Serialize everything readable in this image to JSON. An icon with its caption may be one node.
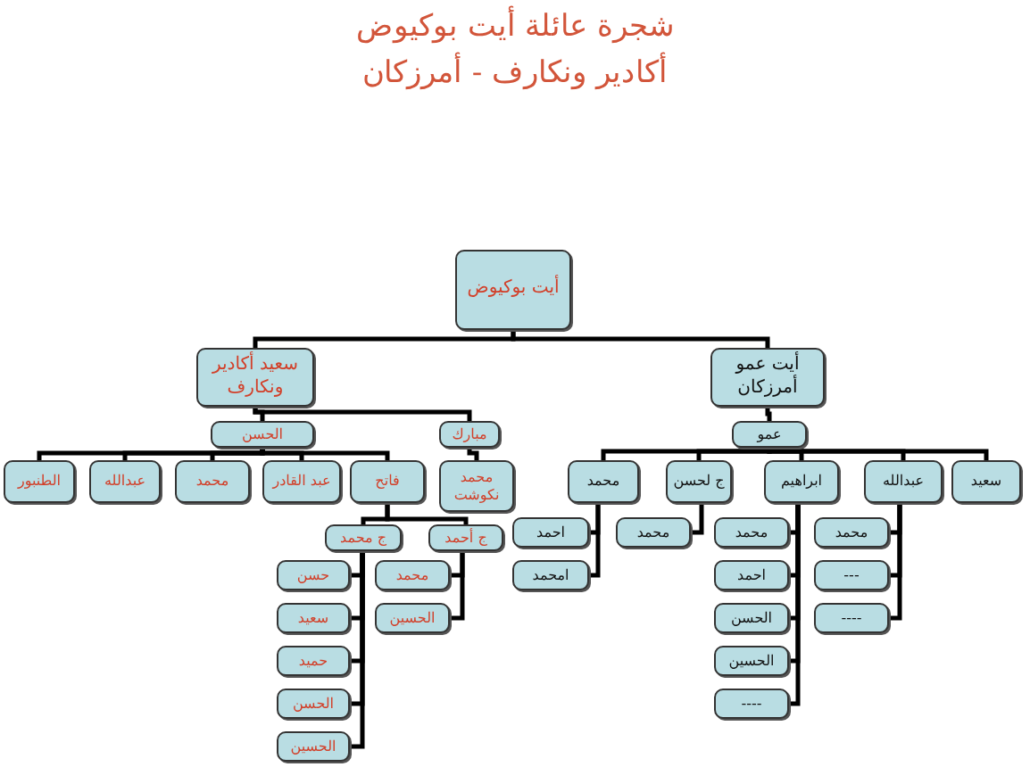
{
  "diagram": {
    "title": "شجرة عائلة أيت بوكيوض",
    "labels": [
      "أكادير ونكارف - أمرزكان"
    ],
    "nodes": [
      {
        "text": [
          "أيت بوكيوض"
        ]
      },
      {
        "text": [
          "سعيد أكادير ونكارف"
        ]
      },
      {
        "text": [
          "أيت عمو أمرزكان"
        ]
      },
      {
        "text": [
          "الحسن"
        ]
      },
      {
        "text": [
          "مبارك"
        ]
      },
      {
        "text": [
          "عمو"
        ]
      },
      {
        "text": [
          "الطنبور"
        ]
      },
      {
        "text": [
          "عبدالله"
        ]
      },
      {
        "text": [
          "محمد"
        ]
      },
      {
        "text": [
          "عبد القادر"
        ]
      },
      {
        "text": [
          "فاتح"
        ]
      },
      {
        "text": [
          "محمد نكوشت"
        ]
      },
      {
        "text": [
          "محمد"
        ]
      },
      {
        "text": [
          "ج لحسن"
        ]
      },
      {
        "text": [
          "ابراهيم"
        ]
      },
      {
        "text": [
          "عبدالله"
        ]
      },
      {
        "text": [
          "سعيد"
        ]
      },
      {
        "text": [
          "ج محمد"
        ]
      },
      {
        "text": [
          "ج أحمد"
        ]
      },
      {
        "text": [
          "حسن"
        ]
      },
      {
        "text": [
          "سعيد"
        ]
      },
      {
        "text": [
          "حميد"
        ]
      },
      {
        "text": [
          "الحسن"
        ]
      },
      {
        "text": [
          "الحسين"
        ]
      },
      {
        "text": [
          "محمد"
        ]
      },
      {
        "text": [
          "الحسين"
        ]
      },
      {
        "text": [
          "احمد"
        ]
      },
      {
        "text": [
          "امحمد"
        ]
      },
      {
        "text": [
          "محمد"
        ]
      },
      {
        "text": [
          "محمد"
        ]
      },
      {
        "text": [
          "احمد"
        ]
      },
      {
        "text": [
          "الحسن"
        ]
      },
      {
        "text": [
          "الحسين"
        ]
      },
      {
        "text": [
          "----"
        ]
      },
      {
        "text": [
          "محمد"
        ]
      },
      {
        "text": [
          "---"
        ]
      },
      {
        "text": [
          "----"
        ]
      }
    ],
    "edges": [
      {
        "from": 0,
        "to": 1,
        "arrow": "none"
      },
      {
        "from": 0,
        "to": 2,
        "arrow": "none"
      },
      {
        "from": 1,
        "to": 3,
        "arrow": "none"
      },
      {
        "from": 1,
        "to": 4,
        "arrow": "none"
      },
      {
        "from": 2,
        "to": 5,
        "arrow": "none"
      },
      {
        "from": 3,
        "to": 6,
        "arrow": "none"
      },
      {
        "from": 3,
        "to": 7,
        "arrow": "none"
      },
      {
        "from": 3,
        "to": 8,
        "arrow": "none"
      },
      {
        "from": 3,
        "to": 9,
        "arrow": "none"
      },
      {
        "from": 3,
        "to": 10,
        "arrow": "none"
      },
      {
        "from": 4,
        "to": 11,
        "arrow": "none"
      },
      {
        "from": 5,
        "to": 12,
        "arrow": "none"
      },
      {
        "from": 5,
        "to": 13,
        "arrow": "none"
      },
      {
        "from": 5,
        "to": 14,
        "arrow": "none"
      },
      {
        "from": 5,
        "to": 15,
        "arrow": "none"
      },
      {
        "from": 5,
        "to": 16,
        "arrow": "none"
      },
      {
        "from": 10,
        "to": 17,
        "arrow": "none"
      },
      {
        "from": 10,
        "to": 18,
        "arrow": "none"
      },
      {
        "from": 17,
        "to": 19,
        "arrow": "none"
      },
      {
        "from": 17,
        "to": 20,
        "arrow": "none"
      },
      {
        "from": 17,
        "to": 21,
        "arrow": "none"
      },
      {
        "from": 17,
        "to": 22,
        "arrow": "none"
      },
      {
        "from": 17,
        "to": 23,
        "arrow": "none"
      },
      {
        "from": 18,
        "to": 24,
        "arrow": "none"
      },
      {
        "from": 18,
        "to": 25,
        "arrow": "none"
      },
      {
        "from": 12,
        "to": 26,
        "arrow": "none"
      },
      {
        "from": 12,
        "to": 27,
        "arrow": "none"
      },
      {
        "from": 13,
        "to": 28,
        "arrow": "none"
      },
      {
        "from": 14,
        "to": 29,
        "arrow": "none"
      },
      {
        "from": 14,
        "to": 30,
        "arrow": "none"
      },
      {
        "from": 14,
        "to": 31,
        "arrow": "none"
      },
      {
        "from": 14,
        "to": 32,
        "arrow": "none"
      },
      {
        "from": 14,
        "to": 33,
        "arrow": "none"
      },
      {
        "from": 15,
        "to": 34,
        "arrow": "none"
      },
      {
        "from": 15,
        "to": 35,
        "arrow": "none"
      },
      {
        "from": 15,
        "to": 36,
        "arrow": "none"
      }
    ]
  }
}
